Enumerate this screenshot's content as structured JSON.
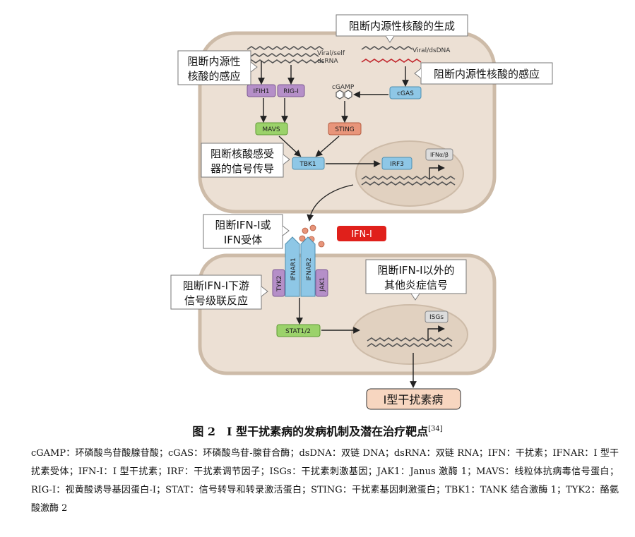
{
  "labels": {
    "viral_self_dsrna": [
      "Viral/self",
      "dsRNA"
    ],
    "viral_dsdna": "Viral/dsDNA",
    "cgamp": "cGAMP",
    "ifih1": "IFIH1",
    "rigi": "RIG-I",
    "cgas": "cGAS",
    "mavs": "MAVS",
    "sting": "STING",
    "tbk1": "TBK1",
    "irf3": "IRF3",
    "ifnab": "IFNα/β",
    "ifn_i": "IFN-I",
    "ifnar1": "IFNAR1",
    "ifnar2": "IFNAR2",
    "tyk2": "TYK2",
    "jak1": "JAK1",
    "stat": "STAT1/2",
    "isgs": "ISGs",
    "disease": "I型干扰素病"
  },
  "callouts": {
    "block_generation": [
      "阻断内源性核酸的生成"
    ],
    "block_sensing_left": [
      "阻断内源性",
      "核酸的感应"
    ],
    "block_sensing_right": [
      "阻断内源性核酸的感应"
    ],
    "block_sensor_signal": [
      "阻断核酸感受",
      "器的信号传导"
    ],
    "block_ifn": [
      "阻断IFN-I或",
      "IFN受体"
    ],
    "block_downstream": [
      "阻断IFN-I下游",
      "信号级联反应"
    ],
    "block_other": [
      "阻断IFN-I以外的",
      "其他炎症信号"
    ]
  },
  "caption": {
    "title": "图 2　I 型干扰素病的发病机制及潜在治疗靶点",
    "ref": "[34]"
  },
  "abbreviations": "cGAMP：环磷酸鸟苷酸腺苷酸；cGAS：环磷酸鸟苷-腺苷合酶；dsDNA：双链 DNA；dsRNA：双链 RNA；IFN：干扰素；IFNAR：I 型干扰素受体；IFN-I：I 型干扰素；IRF：干扰素调节因子；ISGs：干扰素刺激基因；JAK1：Janus 激酶 1；MAVS：线粒体抗病毒信号蛋白；RIG-I：视黄酸诱导基因蛋白-I；STAT：信号转导和转录激活蛋白；STING：干扰素基因刺激蛋白；TBK1：TANK 结合激酶 1；TYK2：酪氨酸激酶 2",
  "colors": {
    "cell_fill": "#ece0d4",
    "cell_stroke": "#cdbba8",
    "nucleus_fill": "#e1d1c0",
    "purple": "#b58fc8",
    "blue": "#8ec7e6",
    "green": "#9bd26a",
    "orange": "#e8957a",
    "red": "#e0201b",
    "disease_fill": "#f7d6c0"
  }
}
